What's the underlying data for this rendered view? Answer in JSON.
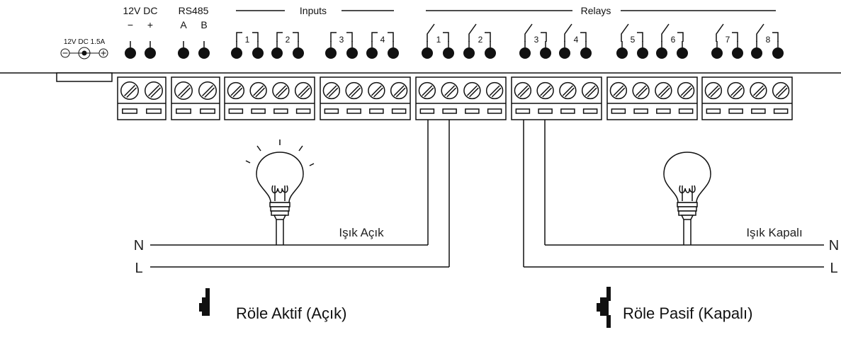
{
  "header": {
    "power_label": "12V DC",
    "power_minus": "−",
    "power_plus": "+",
    "rs485_label": "RS485",
    "rs485_a": "A",
    "rs485_b": "B",
    "inputs_label": "Inputs",
    "relays_label": "Relays",
    "dc_jack_label": "12V DC 1.5A"
  },
  "inputs": [
    "1",
    "2",
    "3",
    "4"
  ],
  "relays": [
    "1",
    "2",
    "3",
    "4",
    "5",
    "6",
    "7",
    "8"
  ],
  "circuits": {
    "left_lamp_label": "Işık Açık",
    "right_lamp_label": "Işık Kapalı",
    "neutral_label": "N",
    "line_label": "L"
  },
  "captions": {
    "active": "Röle Aktif (Açık)",
    "passive": "Röle Pasif (Kapalı)"
  }
}
